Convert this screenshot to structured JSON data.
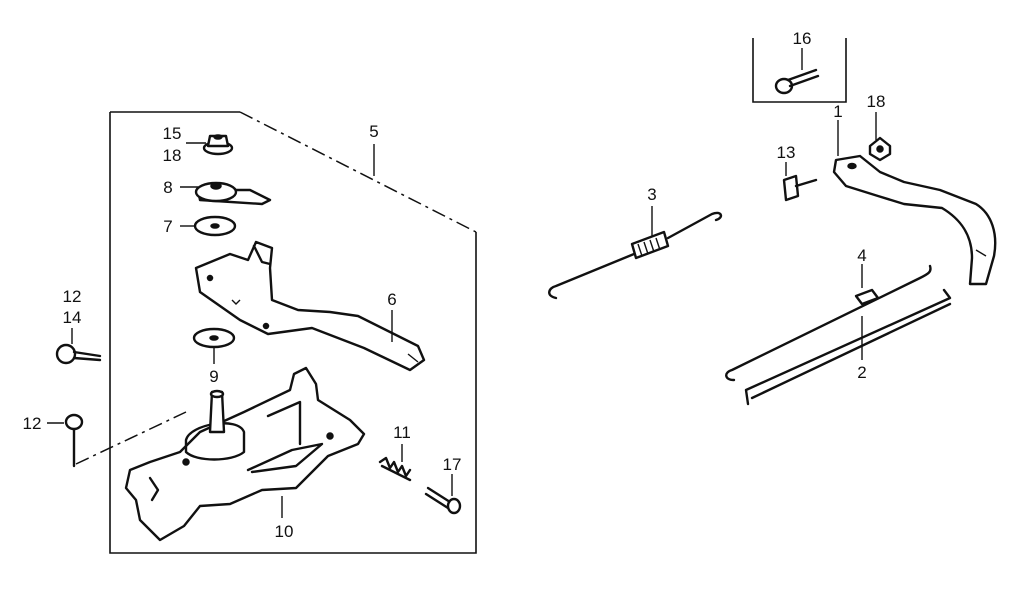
{
  "callouts": {
    "c1": "1",
    "c2": "2",
    "c3": "3",
    "c4": "4",
    "c5": "5",
    "c6": "6",
    "c7": "7",
    "c8": "8",
    "c9": "9",
    "c10": "10",
    "c11": "11",
    "c12a": "12",
    "c12b": "12",
    "c13": "13",
    "c14": "14",
    "c15": "15",
    "c16": "16",
    "c17": "17",
    "c18a": "18",
    "c18b": "18"
  }
}
